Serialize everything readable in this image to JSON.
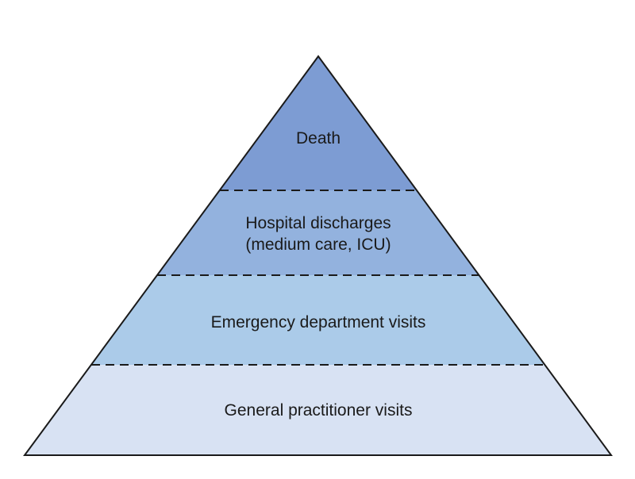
{
  "figure": {
    "outline_color": "#1a1a1a",
    "divider_color": "#1a1a1a",
    "text_color": "#1a1a1a",
    "background_color": "#ffffff"
  },
  "pyramid": {
    "levels": [
      {
        "label": "Death",
        "color": "#7d9cd3"
      },
      {
        "label": "Hospital discharges",
        "sublabel": "(medium care, ICU)",
        "color": "#93b2de"
      },
      {
        "label": "Emergency department visits",
        "color": "#abcbe9"
      },
      {
        "label": "General practitioner visits",
        "color": "#d8e2f3"
      }
    ]
  }
}
